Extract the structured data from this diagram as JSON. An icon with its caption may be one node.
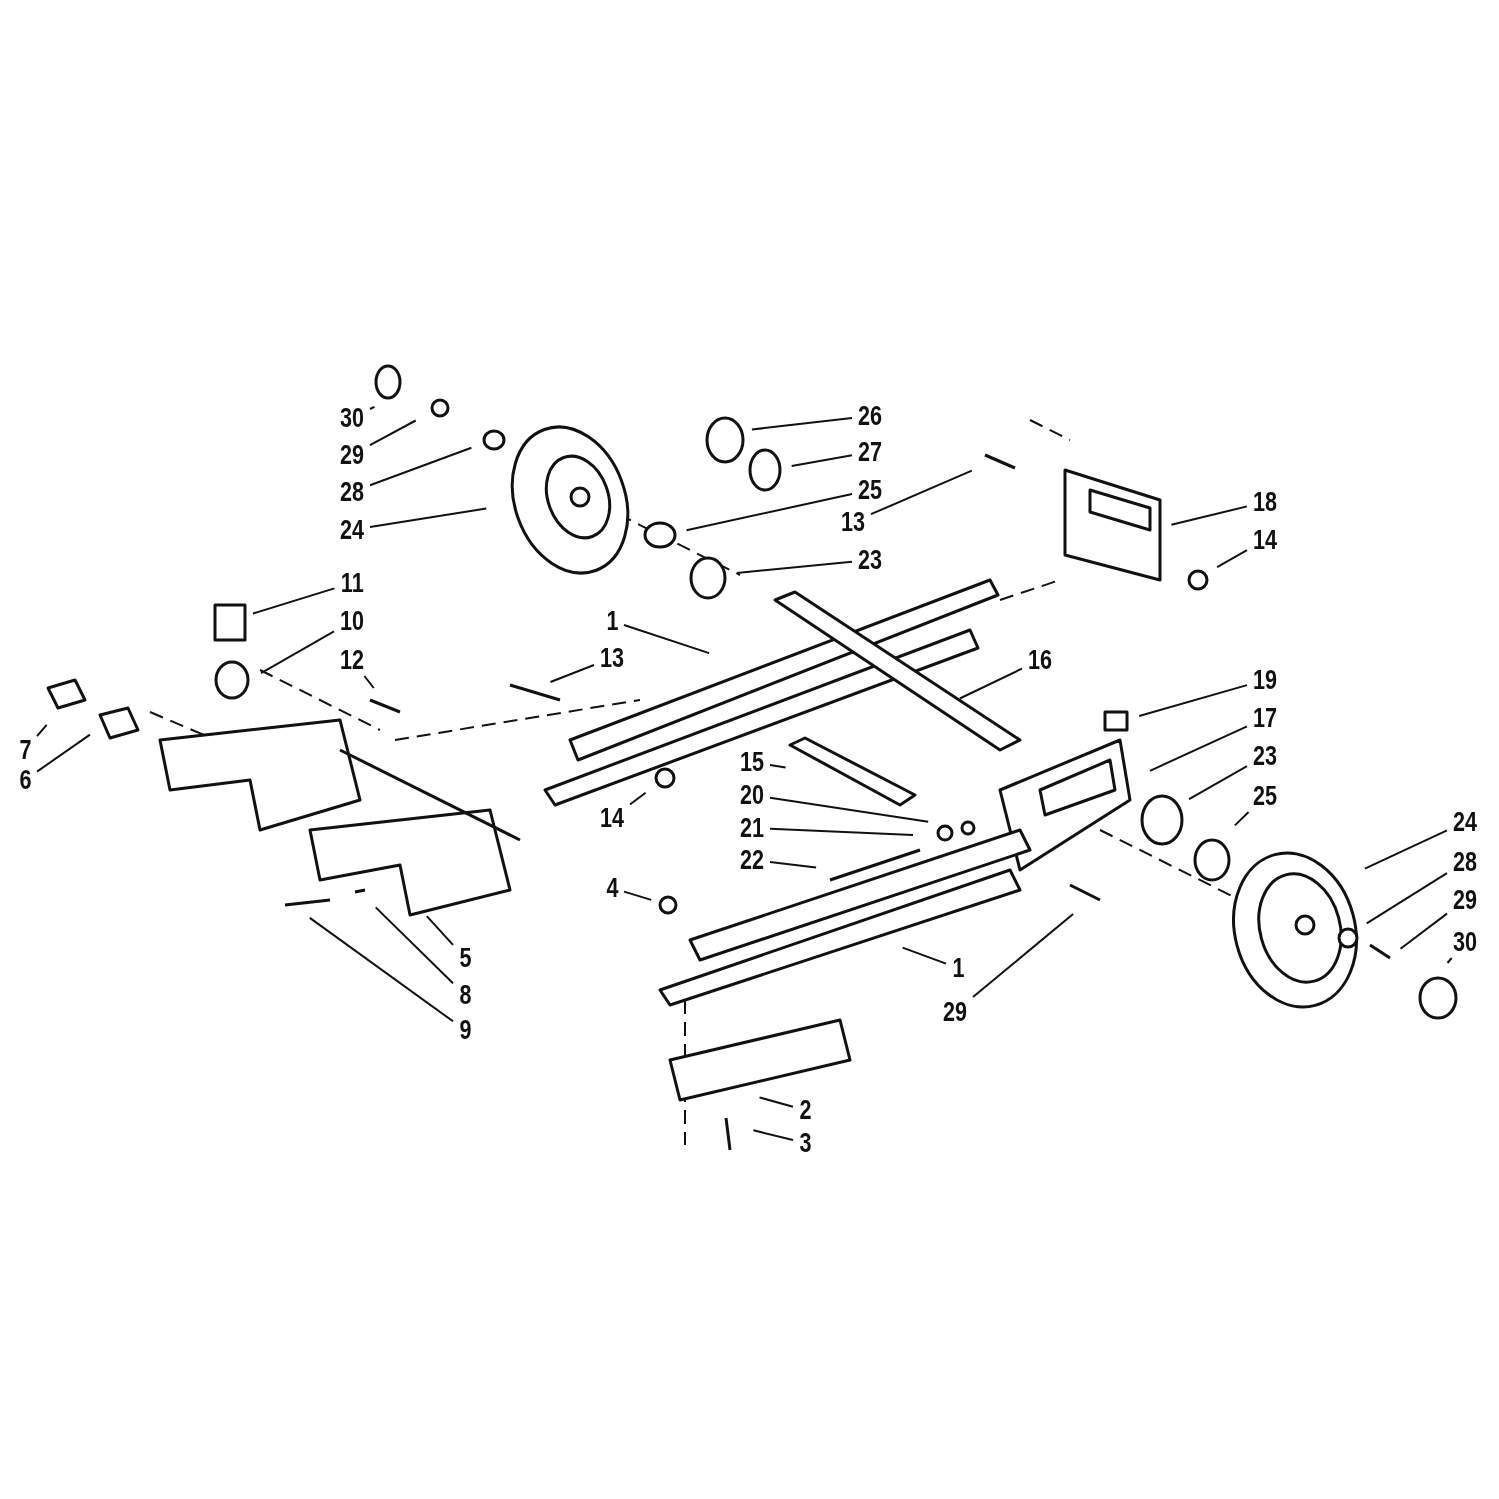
{
  "diagram": {
    "nodes": [
      {
        "text": [
          "30"
        ]
      },
      {
        "text": [
          "29"
        ]
      },
      {
        "text": [
          "28"
        ]
      },
      {
        "text": [
          "24"
        ]
      },
      {
        "text": [
          "26"
        ]
      },
      {
        "text": [
          "27"
        ]
      },
      {
        "text": [
          "25"
        ]
      },
      {
        "text": [
          "13"
        ]
      },
      {
        "text": [
          "18"
        ]
      },
      {
        "text": [
          "14"
        ]
      },
      {
        "text": [
          "23"
        ]
      },
      {
        "text": [
          "11"
        ]
      },
      {
        "text": [
          "10"
        ]
      },
      {
        "text": [
          "12"
        ]
      },
      {
        "text": [
          "1"
        ]
      },
      {
        "text": [
          "13"
        ]
      },
      {
        "text": [
          "16"
        ]
      },
      {
        "text": [
          "7"
        ]
      },
      {
        "text": [
          "6"
        ]
      },
      {
        "text": [
          "19"
        ]
      },
      {
        "text": [
          "17"
        ]
      },
      {
        "text": [
          "15"
        ]
      },
      {
        "text": [
          "23"
        ]
      },
      {
        "text": [
          "20"
        ]
      },
      {
        "text": [
          "21"
        ]
      },
      {
        "text": [
          "25"
        ]
      },
      {
        "text": [
          "14"
        ]
      },
      {
        "text": [
          "22"
        ]
      },
      {
        "text": [
          "24"
        ]
      },
      {
        "text": [
          "28"
        ]
      },
      {
        "text": [
          "29"
        ]
      },
      {
        "text": [
          "30"
        ]
      },
      {
        "text": [
          "4"
        ]
      },
      {
        "text": [
          "5"
        ]
      },
      {
        "text": [
          "8"
        ]
      },
      {
        "text": [
          "9"
        ]
      },
      {
        "text": [
          "1"
        ]
      },
      {
        "text": [
          "29"
        ]
      },
      {
        "text": [
          "2"
        ]
      },
      {
        "text": [
          "3"
        ]
      }
    ],
    "edges": [
      {
        "from": 0,
        "to": null,
        "arrow": "none"
      },
      {
        "from": 1,
        "to": null,
        "arrow": "none"
      },
      {
        "from": 2,
        "to": null,
        "arrow": "none"
      },
      {
        "from": 3,
        "to": null,
        "arrow": "none"
      },
      {
        "from": 4,
        "to": null,
        "arrow": "none"
      },
      {
        "from": 5,
        "to": null,
        "arrow": "none"
      },
      {
        "from": 6,
        "to": null,
        "arrow": "none"
      },
      {
        "from": 7,
        "to": null,
        "arrow": "none"
      },
      {
        "from": 8,
        "to": null,
        "arrow": "none"
      },
      {
        "from": 9,
        "to": null,
        "arrow": "none"
      },
      {
        "from": 10,
        "to": null,
        "arrow": "none"
      },
      {
        "from": 11,
        "to": null,
        "arrow": "none"
      },
      {
        "from": 12,
        "to": null,
        "arrow": "none"
      },
      {
        "from": 13,
        "to": null,
        "arrow": "none"
      },
      {
        "from": 14,
        "to": null,
        "arrow": "none"
      },
      {
        "from": 15,
        "to": null,
        "arrow": "none"
      },
      {
        "from": 16,
        "to": null,
        "arrow": "none"
      },
      {
        "from": 17,
        "to": null,
        "arrow": "none"
      },
      {
        "from": 18,
        "to": null,
        "arrow": "none"
      },
      {
        "from": 19,
        "to": null,
        "arrow": "none"
      },
      {
        "from": 20,
        "to": null,
        "arrow": "none"
      },
      {
        "from": 21,
        "to": null,
        "arrow": "none"
      },
      {
        "from": 22,
        "to": null,
        "arrow": "none"
      },
      {
        "from": 23,
        "to": null,
        "arrow": "none"
      },
      {
        "from": 24,
        "to": null,
        "arrow": "none"
      },
      {
        "from": 25,
        "to": null,
        "arrow": "none"
      },
      {
        "from": 26,
        "to": null,
        "arrow": "none"
      },
      {
        "from": 27,
        "to": null,
        "arrow": "none"
      },
      {
        "from": 28,
        "to": null,
        "arrow": "none"
      },
      {
        "from": 29,
        "to": null,
        "arrow": "none"
      },
      {
        "from": 30,
        "to": null,
        "arrow": "none"
      },
      {
        "from": 31,
        "to": null,
        "arrow": "none"
      },
      {
        "from": 32,
        "to": null,
        "arrow": "none"
      },
      {
        "from": 33,
        "to": null,
        "arrow": "none"
      },
      {
        "from": 34,
        "to": null,
        "arrow": "none"
      },
      {
        "from": 35,
        "to": null,
        "arrow": "none"
      },
      {
        "from": 36,
        "to": null,
        "arrow": "none"
      },
      {
        "from": 37,
        "to": null,
        "arrow": "none"
      },
      {
        "from": 38,
        "to": null,
        "arrow": "none"
      },
      {
        "from": 39,
        "to": null,
        "arrow": "none"
      }
    ]
  }
}
